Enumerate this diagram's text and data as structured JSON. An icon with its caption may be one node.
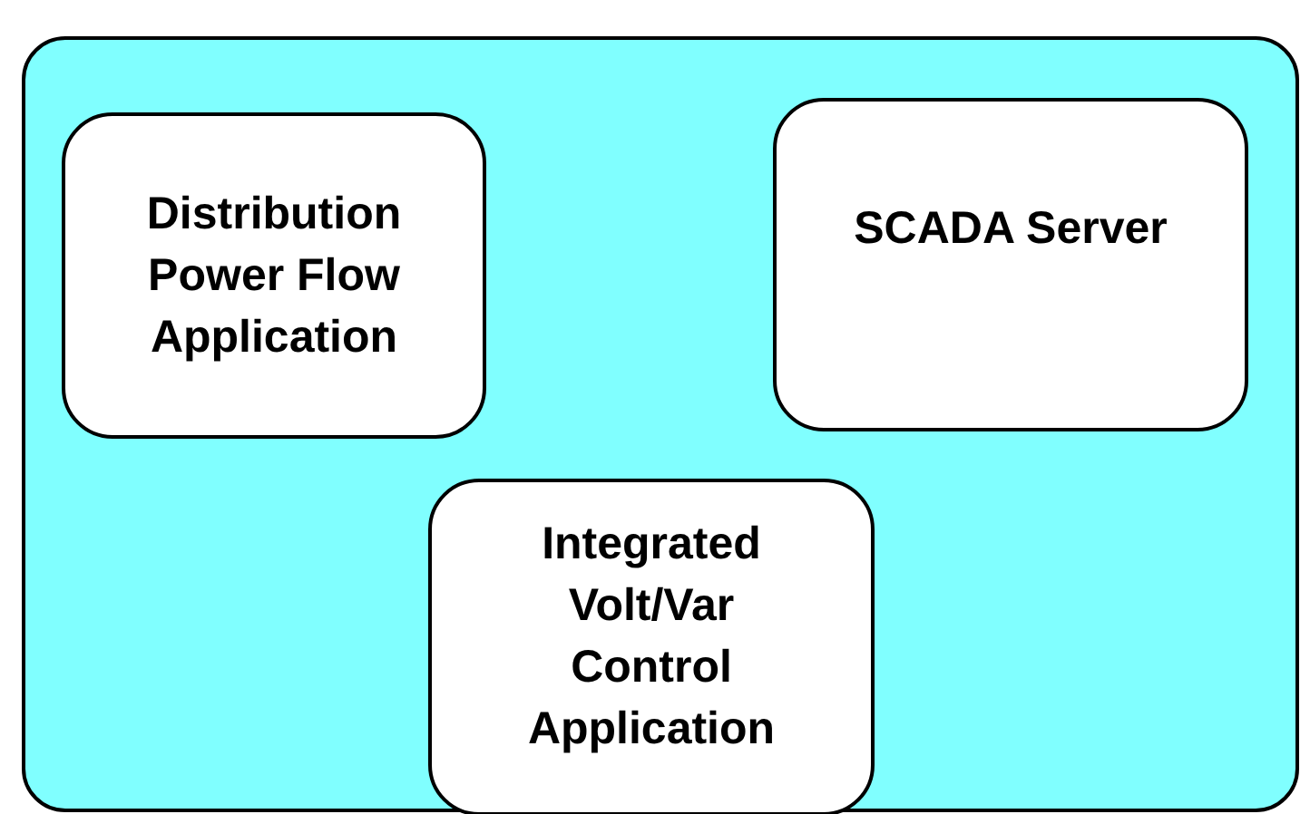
{
  "diagram": {
    "nodes": [
      {
        "text": [],
        "shape": "box"
      },
      {
        "text": [
          "Distribution Power Flow Application"
        ],
        "in": 0
      },
      {
        "text": [
          "SCADA Server"
        ],
        "in": 0
      },
      {
        "text": [
          "Integrated Volt/Var Control Application"
        ],
        "in": 0
      }
    ]
  }
}
